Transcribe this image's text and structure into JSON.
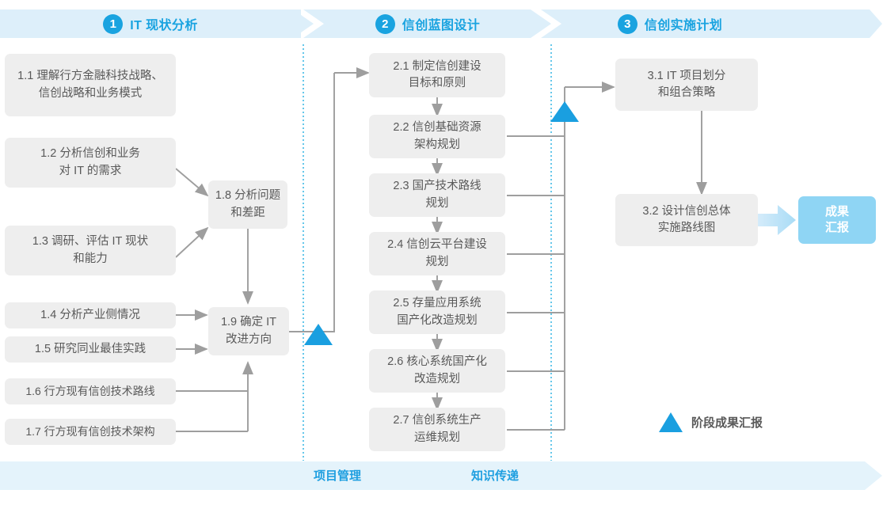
{
  "phases": [
    {
      "num": "1",
      "title": "IT 现状分析"
    },
    {
      "num": "2",
      "title": "信创蓝图设计"
    },
    {
      "num": "3",
      "title": "信创实施计划"
    }
  ],
  "nodes": {
    "n11": "1.1 理解行方金融科技战略、\n信创战略和业务模式",
    "n12": "1.2 分析信创和业务\n对 IT 的需求",
    "n13": "1.3 调研、评估 IT 现状\n和能力",
    "n14": "1.4 分析产业侧情况",
    "n15": "1.5 研究同业最佳实践",
    "n16": "1.6 行方现有信创技术路线",
    "n17": "1.7 行方现有信创技术架构",
    "n18": "1.8 分析问题\n和差距",
    "n19": "1.9 确定 IT\n改进方向",
    "n21": "2.1 制定信创建设\n目标和原则",
    "n22": "2.2 信创基础资源\n架构规划",
    "n23": "2.3 国产技术路线\n规划",
    "n24": "2.4 信创云平台建设\n规划",
    "n25": "2.5 存量应用系统\n国产化改造规划",
    "n26": "2.6 核心系统国产化\n改造规划",
    "n27": "2.7 信创系统生产\n运维规划",
    "n31": "3.1 IT 项目划分\n和组合策略",
    "n32": "3.2 设计信创总体\n实施路线图"
  },
  "result": "成果\n汇报",
  "legend": {
    "label": "阶段成果汇报"
  },
  "footer": {
    "items": [
      {
        "label": "项目管理"
      },
      {
        "label": "知识传递"
      }
    ]
  },
  "colors": {
    "band": "#ddeffa",
    "footer_band": "#e4f3fb",
    "accent": "#19a3e0",
    "node_bg": "#eeeeee",
    "node_text": "#595959",
    "result_bg": "#8fd5f4",
    "connector": "#9e9e9e",
    "divider": "#3fb9e5"
  }
}
